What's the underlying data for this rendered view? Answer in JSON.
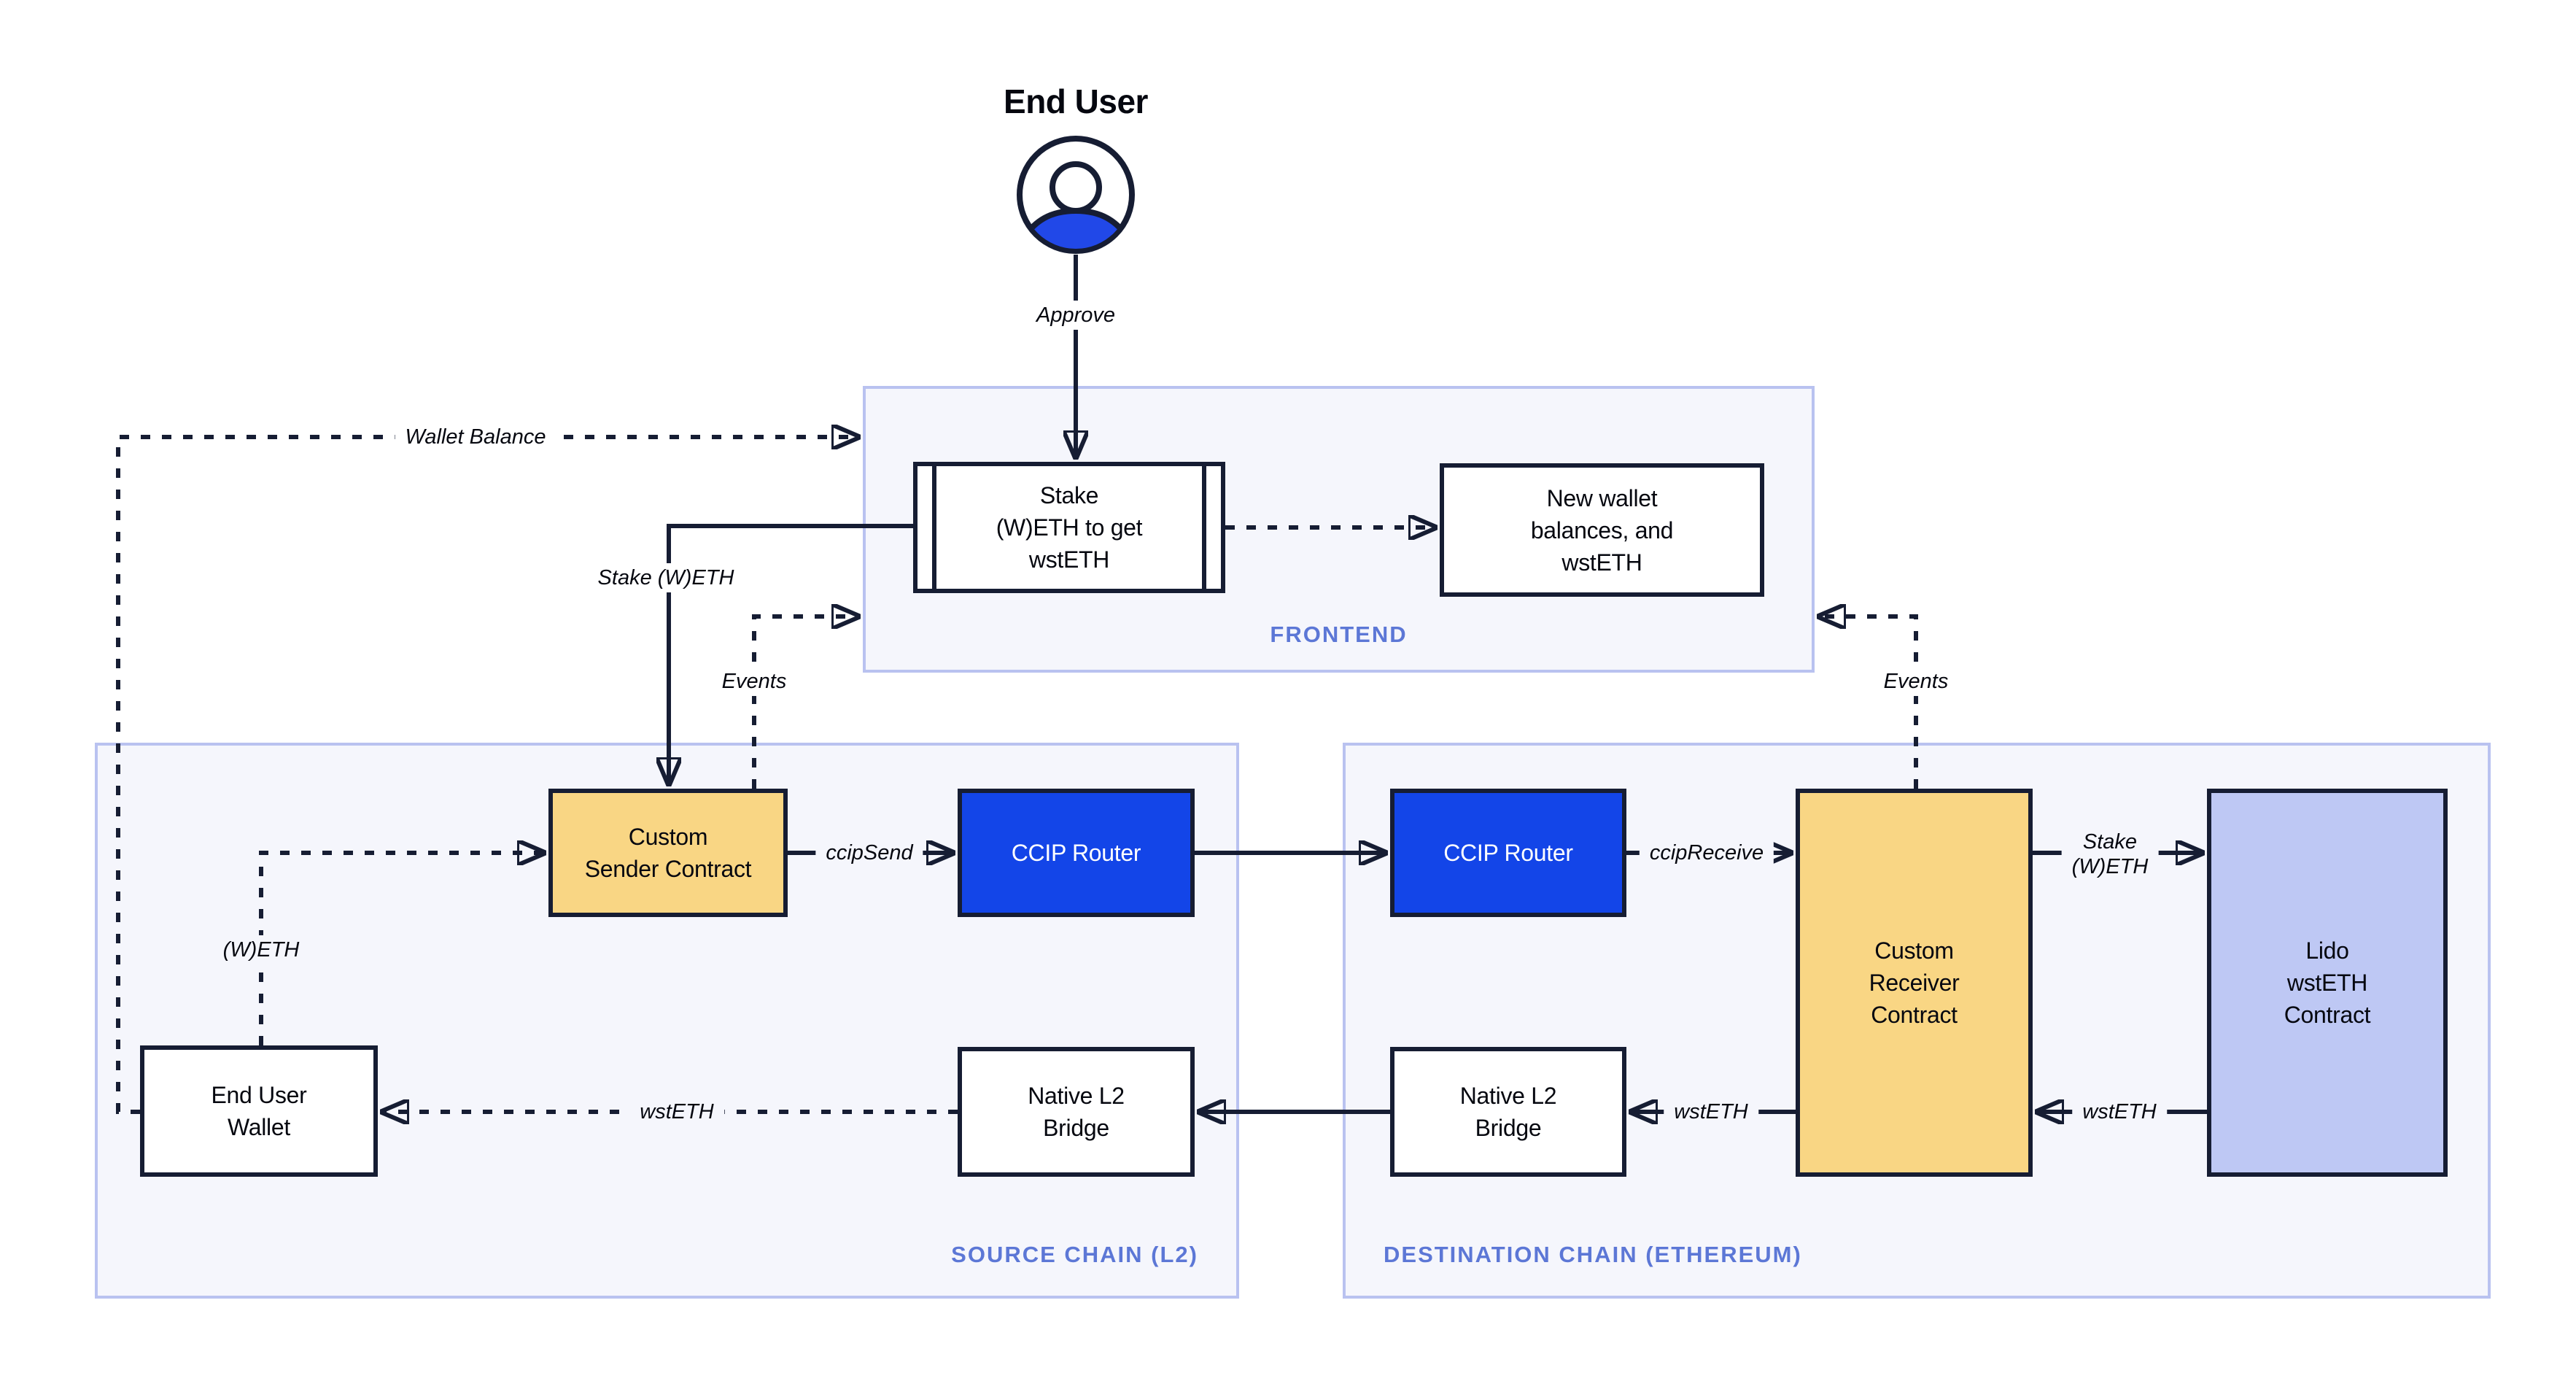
{
  "actor": {
    "label": "End User"
  },
  "containers": {
    "frontend": {
      "label": "FRONTEND"
    },
    "source_chain": {
      "label": "SOURCE CHAIN (L2)"
    },
    "destination_chain": {
      "label": "DESTINATION CHAIN (ETHEREUM)"
    }
  },
  "nodes": {
    "stake_action": {
      "label": "Stake\n(W)ETH to get\nwstETH"
    },
    "new_wallet": {
      "label": "New wallet\nbalances, and\nwstETH"
    },
    "custom_sender": {
      "label": "Custom\nSender Contract"
    },
    "ccip_router_source": {
      "label": "CCIP Router"
    },
    "native_l2_bridge_source": {
      "label": "Native L2\nBridge"
    },
    "end_user_wallet": {
      "label": "End User\nWallet"
    },
    "ccip_router_destination": {
      "label": "CCIP Router"
    },
    "custom_receiver": {
      "label": "Custom\nReceiver\nContract"
    },
    "lido_wsteth": {
      "label": "Lido\nwstETH\nContract"
    },
    "native_l2_bridge_destination": {
      "label": "Native L2\nBridge"
    }
  },
  "edges": {
    "approve": "Approve",
    "wallet_balance": "Wallet Balance",
    "stake_weth": "Stake (W)ETH",
    "events_left": "Events",
    "ccip_send": "ccipSend",
    "ccip_receive": "ccipReceive",
    "stake_weth_destination": "Stake\n(W)ETH",
    "wsteth_lido_to_receiver": "wstETH",
    "wsteth_receiver_to_bridge": "wstETH",
    "wsteth_bridge_to_wallet": "wstETH",
    "weth_wallet_to_sender": "(W)ETH",
    "events_right": "Events"
  },
  "colors": {
    "contract_yellow": "#F9D684",
    "router_blue": "#1345E8",
    "lido_lavender": "#BEC8F4",
    "container_fill": "#F5F6FC",
    "container_border": "#B9C2F0",
    "zone_label_blue": "#5C77D6",
    "line_dark": "#161D33"
  }
}
